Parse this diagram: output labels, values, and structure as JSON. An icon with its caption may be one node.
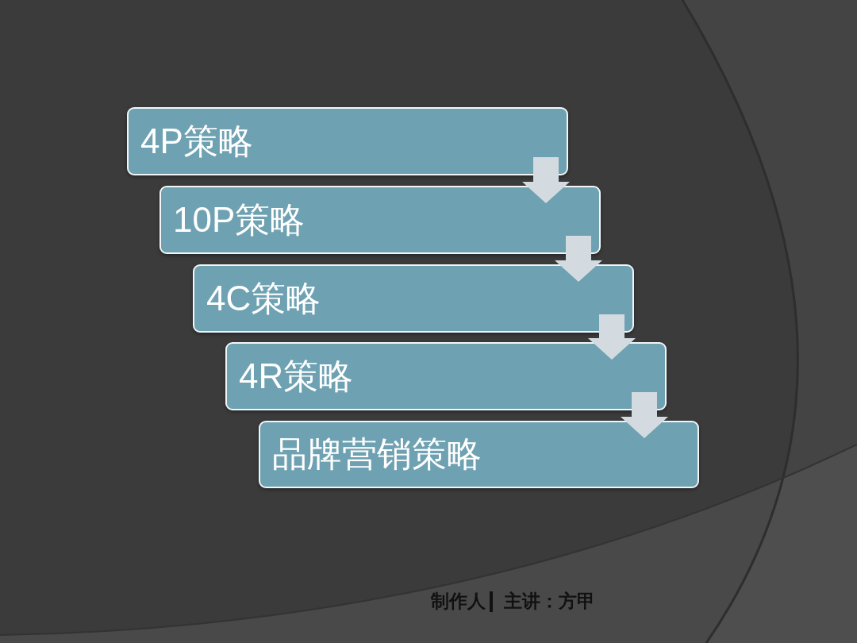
{
  "diagram": {
    "nodes": [
      {
        "text": [
          "4P策略"
        ]
      },
      {
        "text": [
          "10P策略"
        ]
      },
      {
        "text": [
          "4C策略"
        ]
      },
      {
        "text": [
          "4R策略"
        ]
      },
      {
        "text": [
          "品牌营销策略"
        ]
      }
    ],
    "edges": [
      {
        "from": 0,
        "to": 1,
        "arrow": "to"
      },
      {
        "from": 1,
        "to": 2,
        "arrow": "to"
      },
      {
        "from": 2,
        "to": 3,
        "arrow": "to"
      },
      {
        "from": 3,
        "to": 4,
        "arrow": "to"
      }
    ],
    "labels": [
      "制作人",
      "主讲：方甲"
    ]
  }
}
